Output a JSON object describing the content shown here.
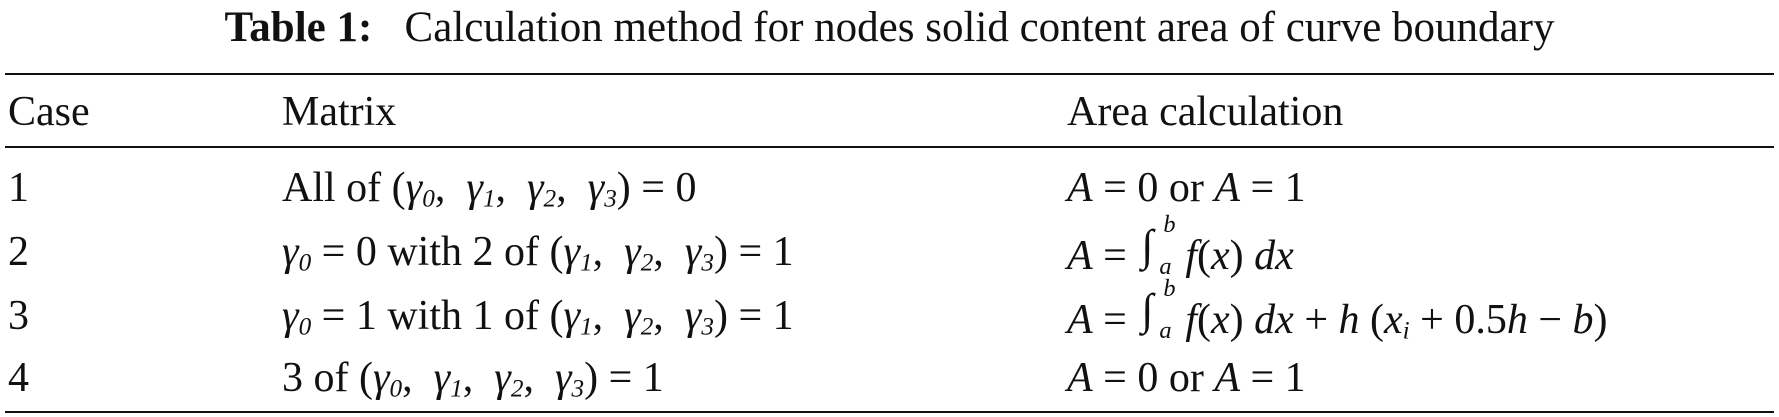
{
  "caption": {
    "label": "Table 1:",
    "text": "Calculation method for nodes solid content area of curve boundary"
  },
  "table": {
    "headers": [
      "Case",
      "Matrix",
      "Area calculation"
    ],
    "rows": [
      {
        "case": "1",
        "matrix": "All of (γ0, γ1, γ2, γ3) = 0",
        "area": "A = 0 or A = 1"
      },
      {
        "case": "2",
        "matrix": "γ0 = 0 with 2 of (γ1, γ2, γ3) = 1",
        "area": "A = ∫ab f(x) dx"
      },
      {
        "case": "3",
        "matrix": "γ0 = 1 with 1 of (γ1, γ2, γ3) = 1",
        "area": "A = ∫ab f(x) dx + h (xi + 0.5h − b)"
      },
      {
        "case": "4",
        "matrix": "3 of (γ0, γ1, γ2, γ3) = 1",
        "area": "A = 0 or A = 1"
      }
    ]
  }
}
